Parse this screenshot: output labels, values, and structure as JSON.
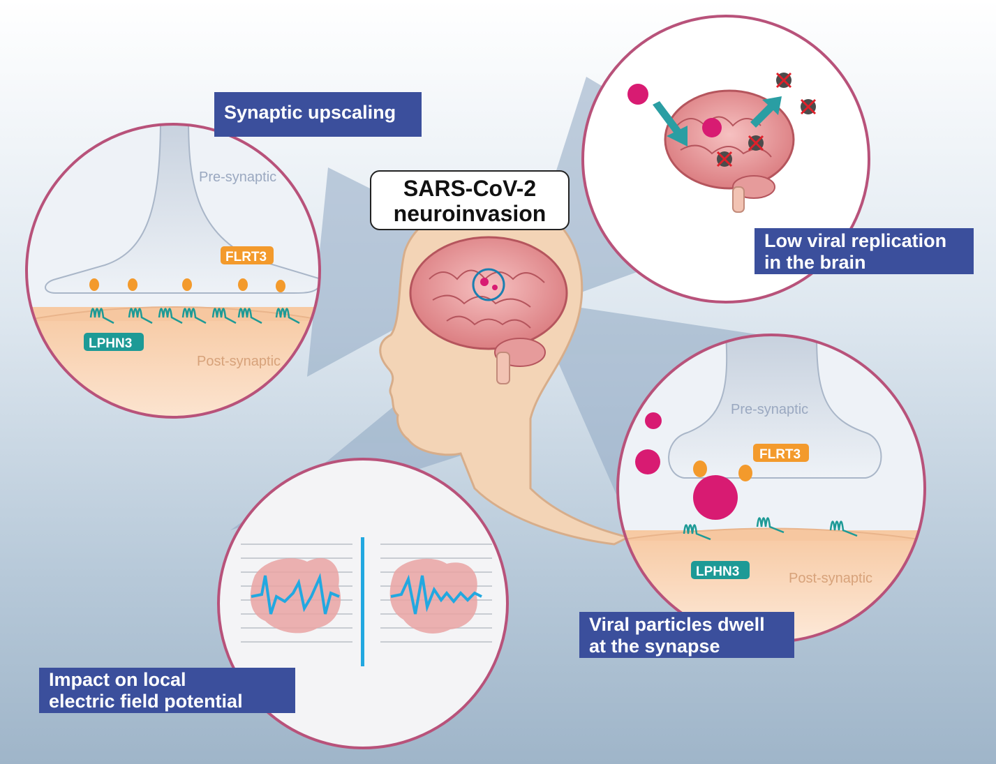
{
  "title": {
    "line1": "SARS-CoV-2",
    "line2": "neuroinvasion"
  },
  "panels": {
    "top_left": {
      "caption": "Synaptic upscaling",
      "pre": "Pre-synaptic",
      "post": "Post-synaptic",
      "flrt3": "FLRT3",
      "lphn3": "LPHN3"
    },
    "top_right": {
      "caption_line1": "Low viral replication",
      "caption_line2": "in the brain"
    },
    "bottom_right": {
      "caption_line1": "Viral particles dwell",
      "caption_line2": "at the synapse",
      "pre": "Pre-synaptic",
      "post": "Post-synaptic",
      "flrt3": "FLRT3",
      "lphn3": "LPHN3"
    },
    "bottom_left": {
      "caption_line1": "Impact on local",
      "caption_line2": "electric field potential"
    }
  },
  "colors": {
    "caption_bg": "#3b4f9c",
    "circle_border": "#b8527a",
    "virus": "#d81b72",
    "flrt3": "#f39a2c",
    "lphn3": "#1d9a96",
    "wave": "#22a8e0",
    "brain": "#e89a9a"
  }
}
